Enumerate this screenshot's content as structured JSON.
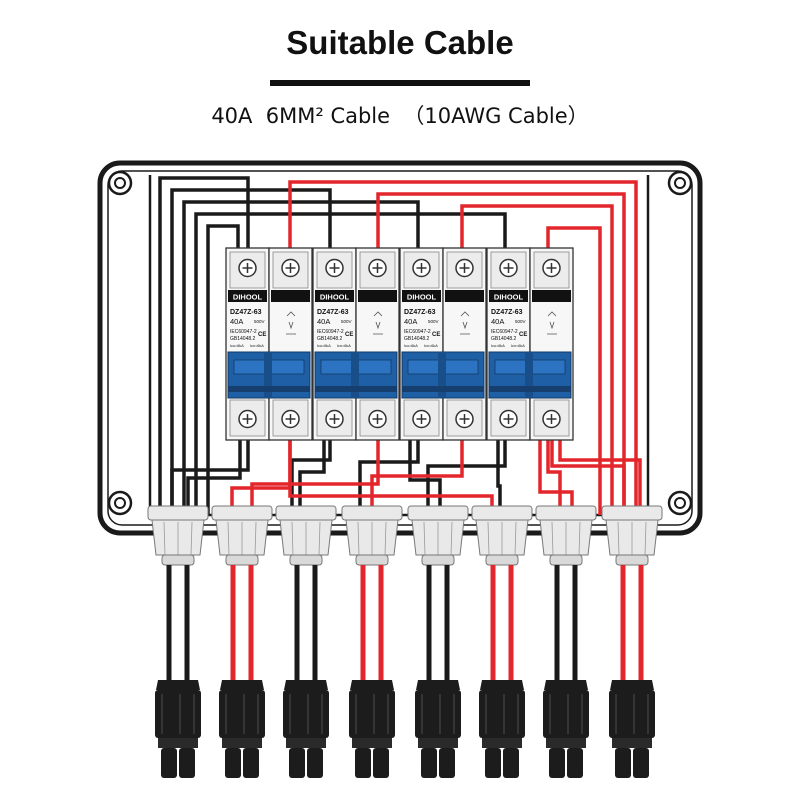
{
  "header": {
    "title": "Suitable Cable",
    "subtitle": "40A  6MM² Cable  （10AWG Cable）"
  },
  "breaker": {
    "brand": "DIHOOL",
    "model": "DZ47Z-63",
    "rating": "40A",
    "voltage": "500V",
    "standard_1": "IEC60947-2",
    "standard_2": "GB14048.2",
    "spec_1": "Icu=6kA",
    "spec_2": "Icn=6kA",
    "count": 4
  },
  "gland_count": 8,
  "colors": {
    "positive_wire": "#e3262b",
    "negative_wire": "#1a1a1a",
    "handle_blue": "#1f5fa6",
    "enclosure_stroke": "#1a1a1a",
    "gland": "#e9e9e9",
    "connector": "#1c1c1c"
  },
  "icons": [
    "terminal-screw-icon",
    "ce-mark-icon",
    "mounting-hole-icon"
  ]
}
